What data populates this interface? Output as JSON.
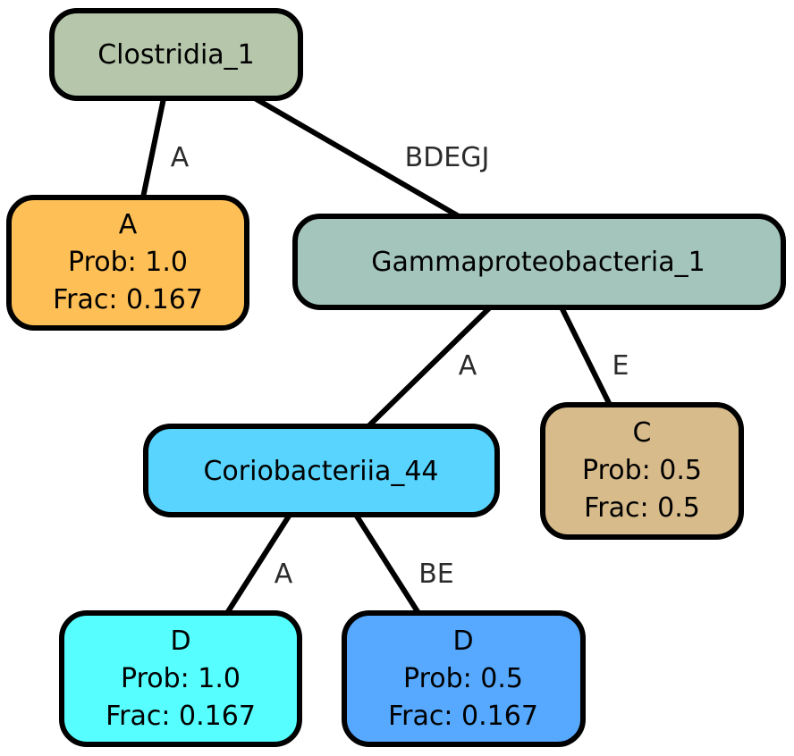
{
  "nodes": [
    {
      "id": "clostridia",
      "lines": [
        "Clostridia_1"
      ],
      "fill": "#b5c6aa"
    },
    {
      "id": "leaf-a",
      "lines": [
        "A",
        "Prob: 1.0",
        "Frac: 0.167"
      ],
      "fill": "#fec056"
    },
    {
      "id": "gamma",
      "lines": [
        "Gammaproteobacteria_1"
      ],
      "fill": "#a4c5bb"
    },
    {
      "id": "corio",
      "lines": [
        "Coriobacteriia_44"
      ],
      "fill": "#58d4fe"
    },
    {
      "id": "leaf-c",
      "lines": [
        "C",
        "Prob: 0.5",
        "Frac: 0.5"
      ],
      "fill": "#d8bb8b"
    },
    {
      "id": "leaf-d1",
      "lines": [
        "D",
        "Prob: 1.0",
        "Frac: 0.167"
      ],
      "fill": "#56feff"
    },
    {
      "id": "leaf-d2",
      "lines": [
        "D",
        "Prob: 0.5",
        "Frac: 0.167"
      ],
      "fill": "#56a9fe"
    }
  ],
  "edges": [
    {
      "from": "clostridia",
      "to": "leaf-a",
      "label": "A"
    },
    {
      "from": "clostridia",
      "to": "gamma",
      "label": "BDEGJ"
    },
    {
      "from": "gamma",
      "to": "corio",
      "label": "A"
    },
    {
      "from": "gamma",
      "to": "leaf-c",
      "label": "E"
    },
    {
      "from": "corio",
      "to": "leaf-d1",
      "label": "A"
    },
    {
      "from": "corio",
      "to": "leaf-d2",
      "label": "BE"
    }
  ]
}
